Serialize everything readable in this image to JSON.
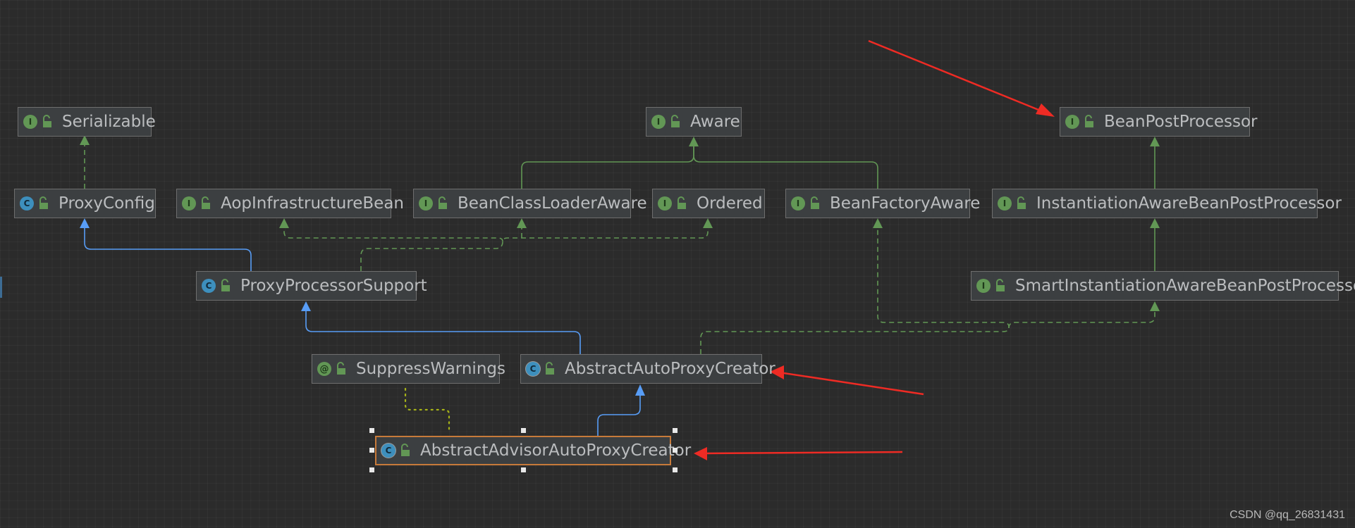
{
  "diagram": {
    "nodes": {
      "serializable": {
        "label": "Serializable",
        "kind": "interface",
        "badge": "I"
      },
      "aware": {
        "label": "Aware",
        "kind": "interface",
        "badge": "I"
      },
      "bean_post_processor": {
        "label": "BeanPostProcessor",
        "kind": "interface",
        "badge": "I"
      },
      "proxy_config": {
        "label": "ProxyConfig",
        "kind": "class",
        "badge": "C"
      },
      "aop_infrastructure_bean": {
        "label": "AopInfrastructureBean",
        "kind": "interface",
        "badge": "I"
      },
      "bean_class_loader_aware": {
        "label": "BeanClassLoaderAware",
        "kind": "interface",
        "badge": "I"
      },
      "ordered": {
        "label": "Ordered",
        "kind": "interface",
        "badge": "I"
      },
      "bean_factory_aware": {
        "label": "BeanFactoryAware",
        "kind": "interface",
        "badge": "I"
      },
      "instantiation_aware_bpp": {
        "label": "InstantiationAwareBeanPostProcessor",
        "kind": "interface",
        "badge": "I"
      },
      "proxy_processor_support": {
        "label": "ProxyProcessorSupport",
        "kind": "class",
        "badge": "C"
      },
      "smart_instantiation_aware_bpp": {
        "label": "SmartInstantiationAwareBeanPostProcessor",
        "kind": "interface",
        "badge": "I"
      },
      "suppress_warnings": {
        "label": "SuppressWarnings",
        "kind": "annotation",
        "badge": "@"
      },
      "abstract_auto_proxy_creator": {
        "label": "AbstractAutoProxyCreator",
        "kind": "abstract-class",
        "badge": "C"
      },
      "abstract_advisor_auto_proxy_creator": {
        "label": "AbstractAdvisorAutoProxyCreator",
        "kind": "abstract-class",
        "badge": "C",
        "selected": true
      }
    },
    "colors": {
      "extends": "#589df6",
      "extends_interface": "#629755",
      "implements": "#629755",
      "annotation_link": "#a6b318",
      "callout_arrow": "#ee2b24"
    }
  },
  "watermark": "CSDN @qq_26831431"
}
